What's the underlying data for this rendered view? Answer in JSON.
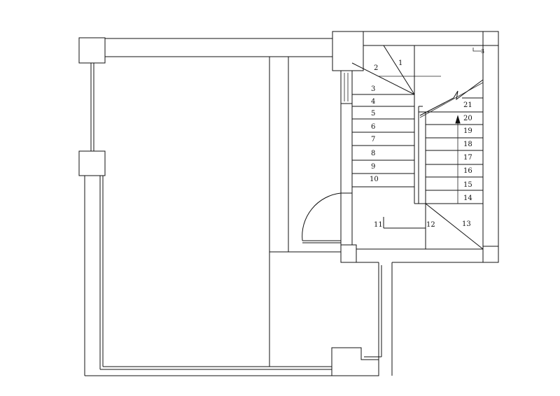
{
  "stair_numbers": {
    "n1": "1",
    "n2": "2",
    "n3": "3",
    "n4": "4",
    "n5": "5",
    "n6": "6",
    "n7": "7",
    "n8": "8",
    "n9": "9",
    "n10": "10",
    "n11": "11",
    "n12": "12",
    "n13": "13",
    "n14": "14",
    "n15": "15",
    "n16": "16",
    "n17": "17",
    "n18": "18",
    "n19": "19",
    "n20": "20",
    "n21": "21"
  },
  "corner_mark": "3"
}
